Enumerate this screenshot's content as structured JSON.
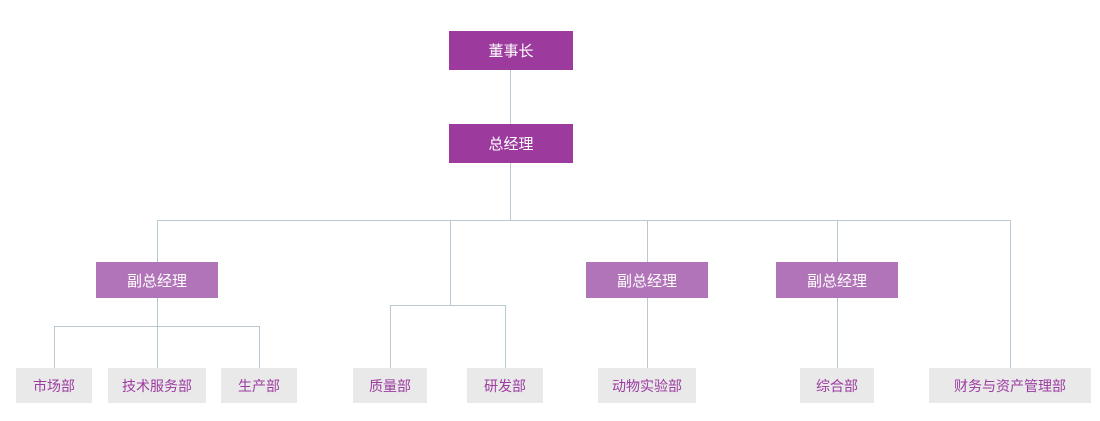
{
  "colors": {
    "primary_box": "#9C3A9E",
    "secondary_box": "#B274B8",
    "leaf_box": "#E9E9E9",
    "leaf_text": "#9C3CA0",
    "line": "#B8C9D1",
    "box_text": "#FFFFFF"
  },
  "org_chart": {
    "chairman": {
      "label": "董事长"
    },
    "general_manager": {
      "label": "总经理"
    },
    "vps": [
      {
        "label": "副总经理"
      },
      {
        "label": "副总经理"
      },
      {
        "label": "副总经理"
      }
    ],
    "departments": [
      {
        "label": "市场部"
      },
      {
        "label": "技术服务部"
      },
      {
        "label": "生产部"
      },
      {
        "label": "质量部"
      },
      {
        "label": "研发部"
      },
      {
        "label": "动物实验部"
      },
      {
        "label": "综合部"
      },
      {
        "label": "财务与资产管理部"
      }
    ]
  }
}
